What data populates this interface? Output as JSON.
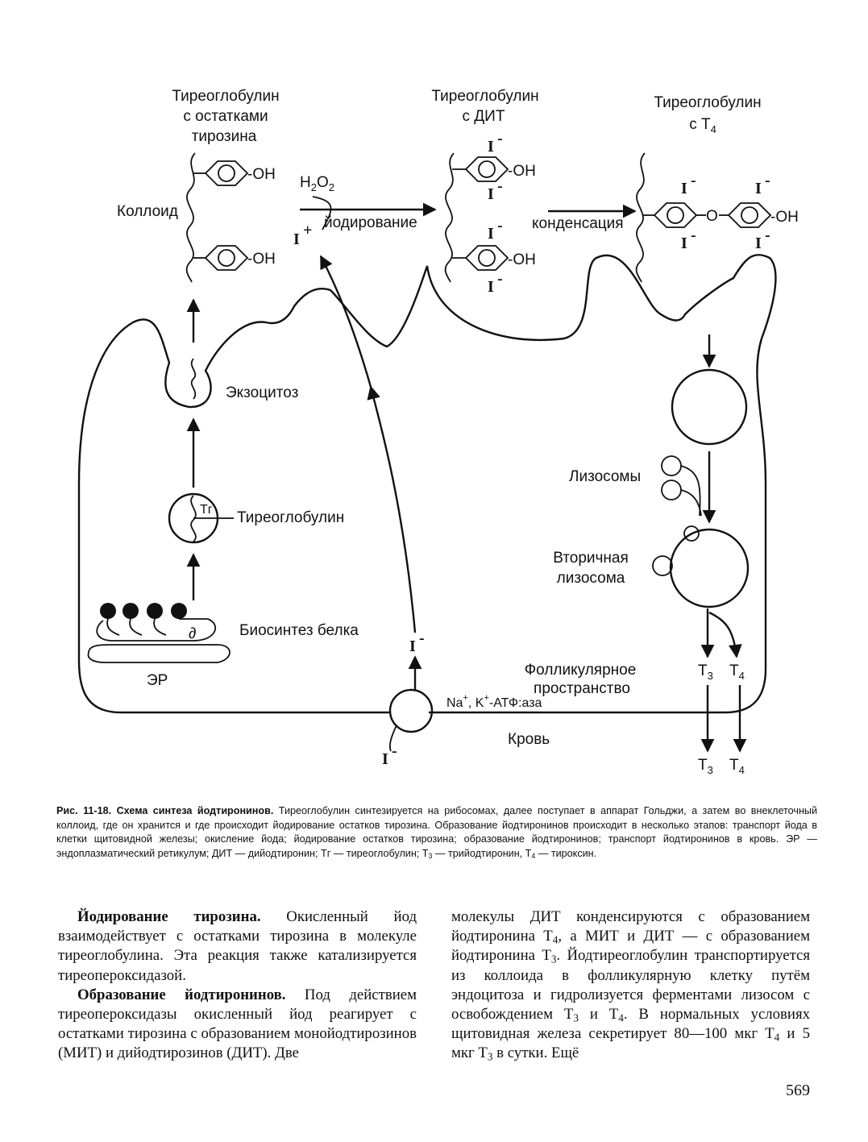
{
  "figure": {
    "tg_tyr": [
      "Тиреоглобулин",
      "с остатками",
      "тирозина"
    ],
    "tg_dit": [
      "Тиреоглобулин",
      "с ДИТ"
    ],
    "tg_t4_line1": "Тиреоглобулин",
    "tg_t4_line2_prefix": "с Т",
    "tg_t4_line2_sub": "4",
    "colloid": "Коллоид",
    "oh": "OH",
    "ring_oh": "-OH",
    "h2o2_main": "H",
    "h2o2_sub1": "2",
    "h2o2_o": "O",
    "h2o2_sub2": "2",
    "iodination": "йодирование",
    "condensation": "конденсация",
    "iodine": "I",
    "iodine_minus": "-",
    "iodine_plus": "+",
    "oxygen": "O",
    "exocytosis": "Экзоцитоз",
    "thyroglobulin": "Тиреоглобулин",
    "tg_abbr": "Тг",
    "protein_biosynthesis": "Биосинтез белка",
    "er": "ЭР",
    "lysosomes": "Лизосомы",
    "secondary_lysosome": [
      "Вторичная",
      "лизосома"
    ],
    "follicular_space": [
      "Фолликулярное",
      "пространство"
    ],
    "atpase_na": "Na",
    "atpase_k": ", K",
    "atpase_rest": "-АТФ:аза",
    "plus": "+",
    "blood": "Кровь",
    "t": "Т",
    "sub3": "3",
    "sub4": "4"
  },
  "caption": {
    "label": "Рис. 11-18. Схема синтеза йодтиронинов.",
    "text1": " Тиреоглобулин синтезируется на рибосомах, далее поступает в аппарат Гольджи, а затем во внеклеточный коллоид, где он хранится и где происходит йодирование остатков тирозина. Образование йодтиронинов происходит в несколько этапов: транспорт йода в клетки щитовидной железы; окисление йода; йодирование остатков тирозина; образование йодтиронинов; транспорт йодтиронинов в кровь. ЭР — эндоплазматический ретикулум; ДИТ — дийодтиронин; Тг — тиреоглобулин; Т",
    "sub_t3": "3",
    "text2": " — трийодтиронин, Т",
    "sub_t4": "4",
    "text3": " — тироксин."
  },
  "left_column": {
    "p1_head": "Йодирование тирозина.",
    "p1_text": " Окисленный йод взаимодействует с остатками тирозина в молекуле тиреоглобулина. Эта реакция также катализируется тиреопероксидазой.",
    "p2_head": "Образование йодтиронинов.",
    "p2_text": " Под действием тиреопероксидазы окисленный йод реагирует с остатками тирозина с образованием монойодтирозинов (МИТ) и дийодтирозинов (ДИТ). Две"
  },
  "right_column": {
    "t1": "молекулы ДИТ конденсируются с образованием йодтиронина Т",
    "s1": "4",
    "t2": ", а МИТ и ДИТ — с образованием йодтиронина Т",
    "s2": "3",
    "t3": ". Йодтиреоглобулин транспортируется из коллоида в фолликулярную клетку путём эндоцитоза и гидролизуется ферментами лизосом с освобождением Т",
    "s3": "3",
    "t4": " и Т",
    "s4": "4",
    "t5": ". В нормальных условиях щитовидная железа секретирует 80—100 мкг Т",
    "s5": "4",
    "t6": " и 5 мкг Т",
    "s6": "3",
    "t7": " в сутки. Ещё"
  },
  "page_number": "569"
}
